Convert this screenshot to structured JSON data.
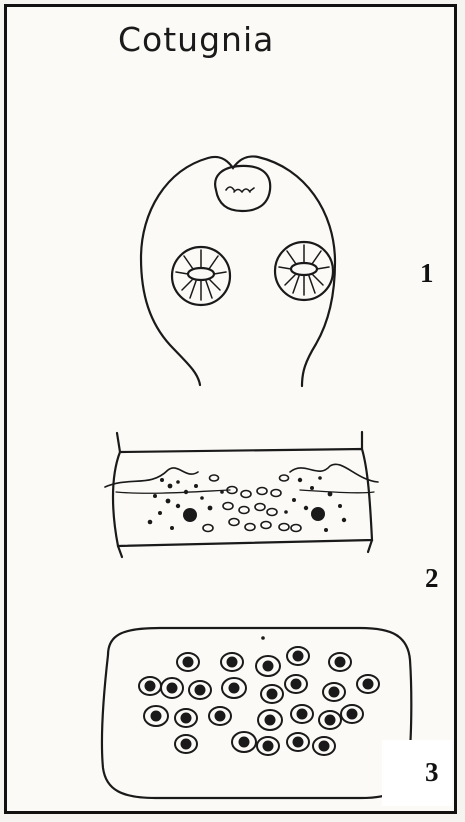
{
  "figure": {
    "title": "Cotugnia",
    "labels": {
      "fig1": "1",
      "fig2": "2",
      "fig3": "3"
    }
  },
  "colors": {
    "ink": "#1a1a1a",
    "paper": "#fbfaf7",
    "border": "#111111"
  }
}
